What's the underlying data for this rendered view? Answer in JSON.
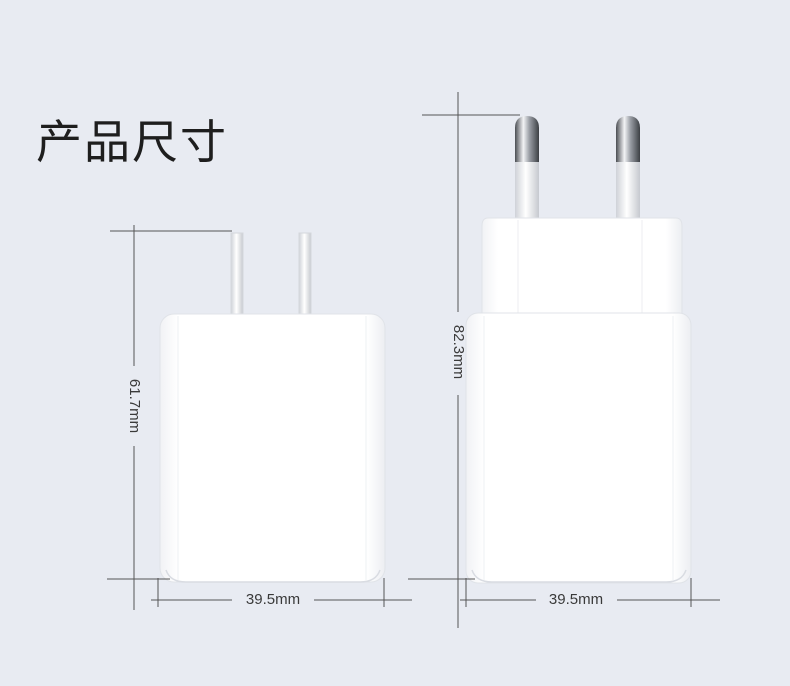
{
  "title": "产品尺寸",
  "us_charger": {
    "height_label": "61.7mm",
    "width_label": "39.5mm"
  },
  "eu_charger": {
    "height_label": "82.3mm",
    "width_label": "39.5mm"
  },
  "colors": {
    "background": "#e8ebf2",
    "charger_body": "#ffffff",
    "dimension_line": "#555555"
  }
}
